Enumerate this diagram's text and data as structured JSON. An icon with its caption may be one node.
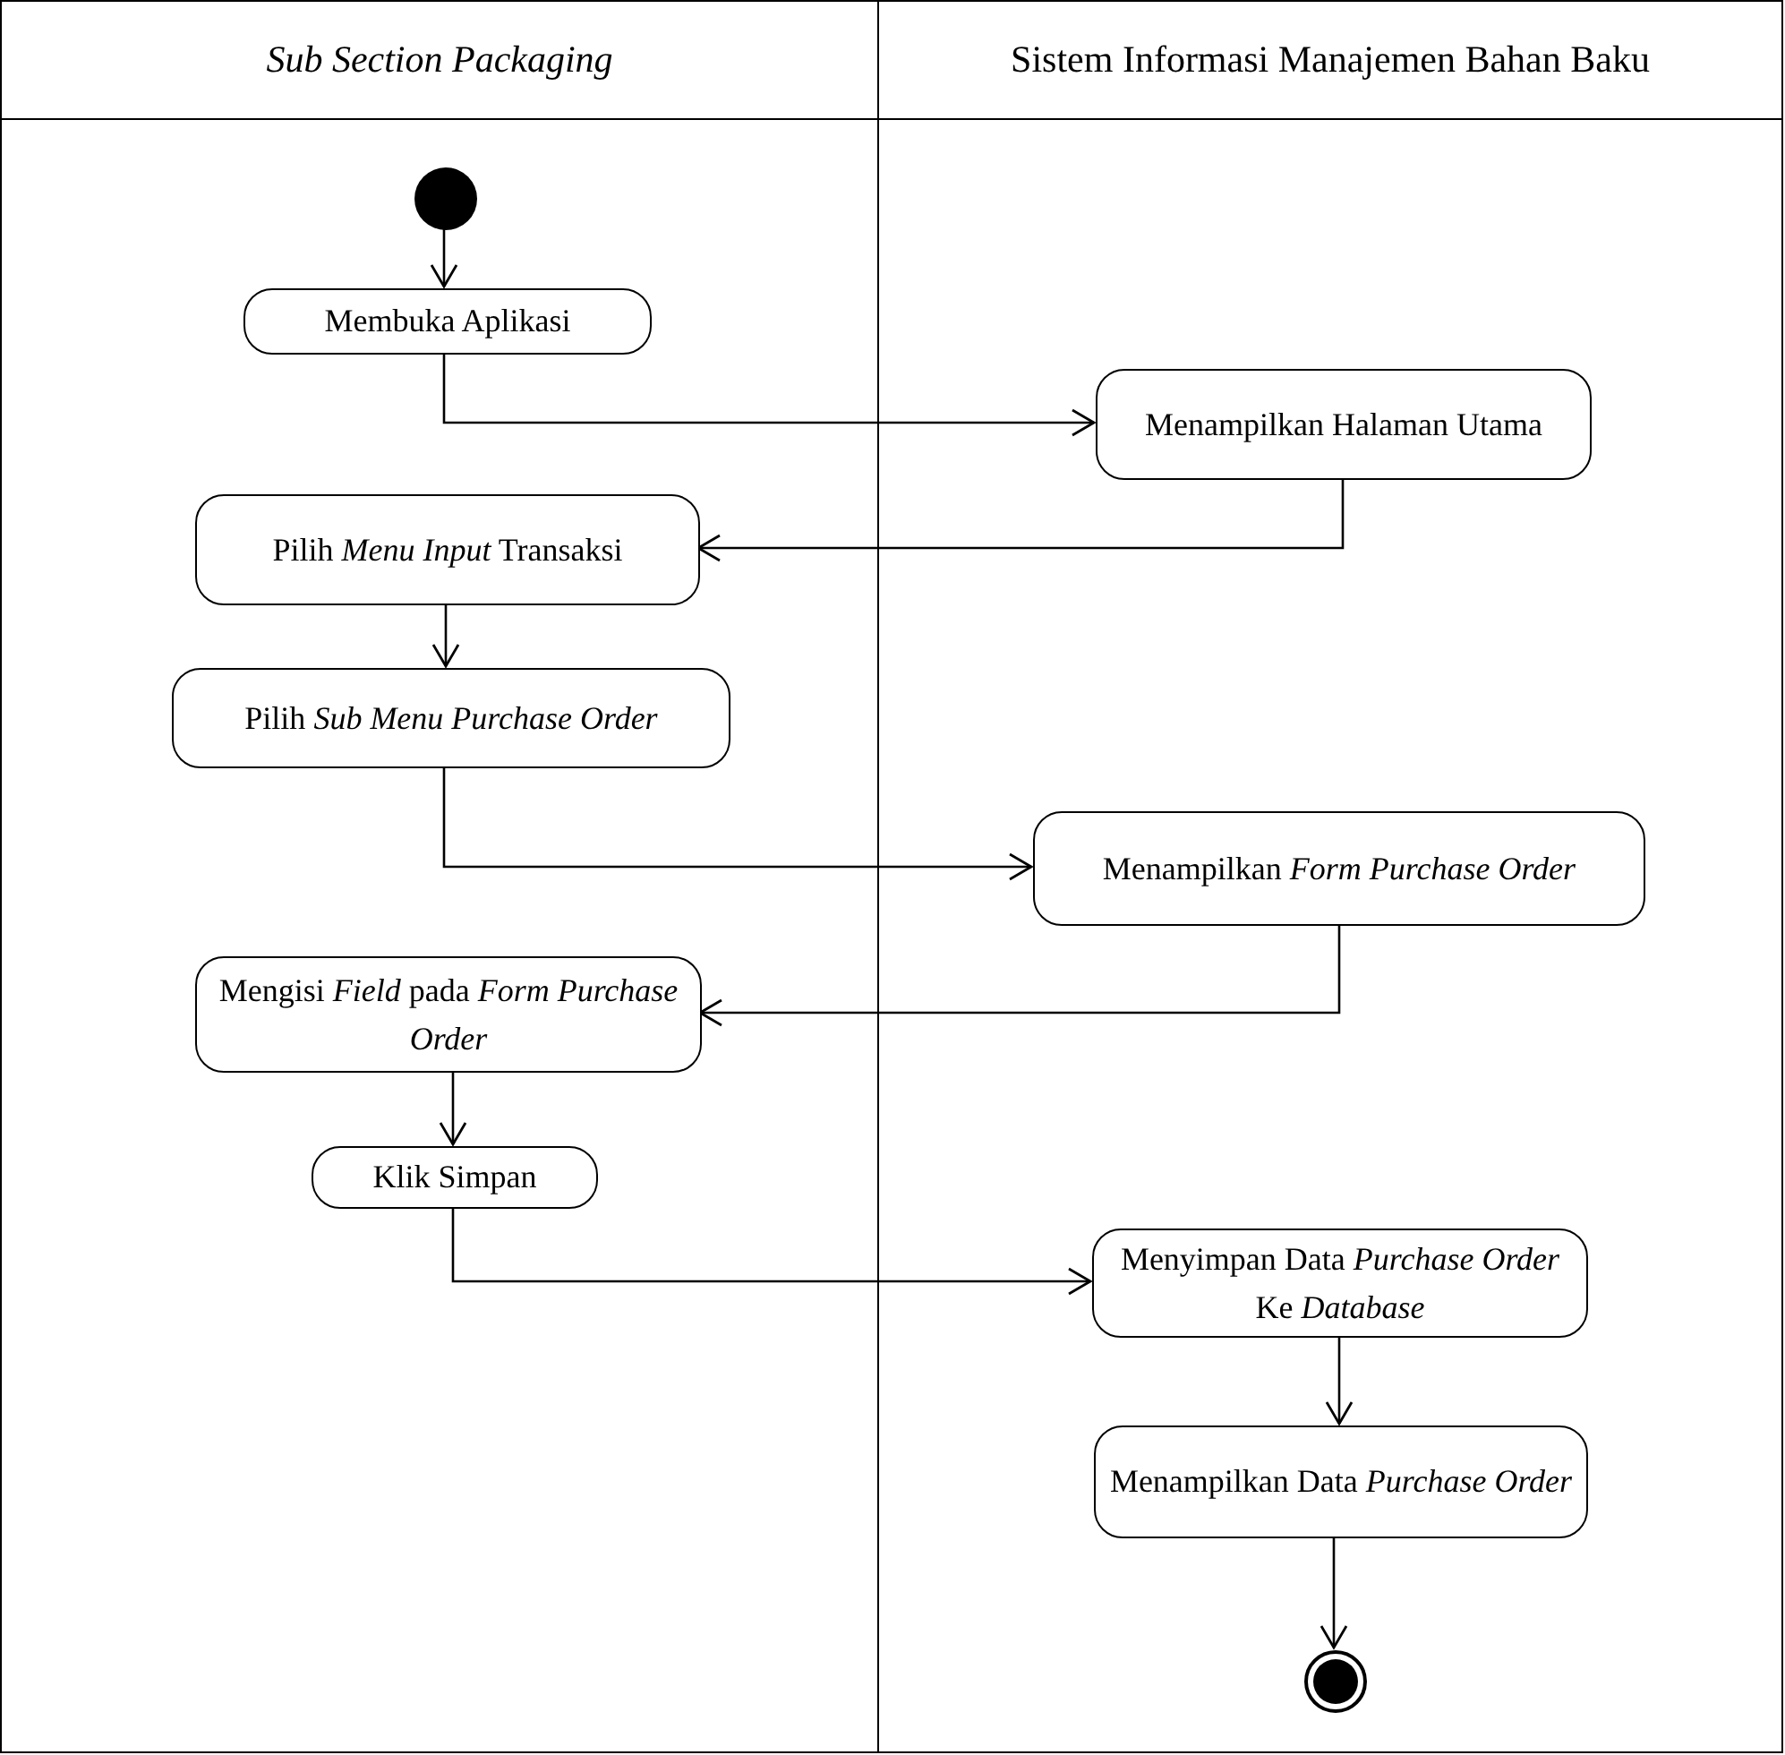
{
  "diagram": {
    "nodes": [
      {
        "text": [
          "Sub Section Packaging"
        ]
      },
      {
        "text": [
          "Sistem Informasi Manajemen Bahan Baku"
        ]
      },
      {
        "text": [],
        "shape": "circle",
        "in": 0
      },
      {
        "text": [
          "Membuka Aplikasi"
        ],
        "in": 0
      },
      {
        "text": [
          "Menampilkan Halaman Utama"
        ],
        "in": 1
      },
      {
        "text": [
          "Pilih *Menu Input* Transaksi"
        ],
        "in": 0
      },
      {
        "text": [
          "Pilih *Sub Menu Purchase Order*"
        ],
        "in": 0
      },
      {
        "text": [
          "Menampilkan *Form Purchase Order*"
        ],
        "in": 1
      },
      {
        "text": [
          "Mengisi *Field* pada *Form Purchase Order*"
        ],
        "in": 0
      },
      {
        "text": [
          "Klik Simpan"
        ],
        "in": 0
      },
      {
        "text": [
          "Menyimpan Data *Purchase Order* Ke *Database*"
        ],
        "in": 1
      },
      {
        "text": [
          "Menampilkan Data *Purchase Order*"
        ],
        "in": 1
      },
      {
        "text": [],
        "shape": "circle",
        "in": 1
      }
    ],
    "edges": [
      {
        "from": 2,
        "to": 3,
        "arrow": "to"
      },
      {
        "from": 3,
        "to": 4,
        "arrow": "to"
      },
      {
        "from": 4,
        "to": 5,
        "arrow": "to"
      },
      {
        "from": 5,
        "to": 6,
        "arrow": "to"
      },
      {
        "from": 6,
        "to": 7,
        "arrow": "to"
      },
      {
        "from": 7,
        "to": 8,
        "arrow": "to"
      },
      {
        "from": 8,
        "to": 9,
        "arrow": "to"
      },
      {
        "from": 9,
        "to": 10,
        "arrow": "to"
      },
      {
        "from": 10,
        "to": 11,
        "arrow": "to"
      },
      {
        "from": 11,
        "to": 12,
        "arrow": "to"
      }
    ]
  }
}
